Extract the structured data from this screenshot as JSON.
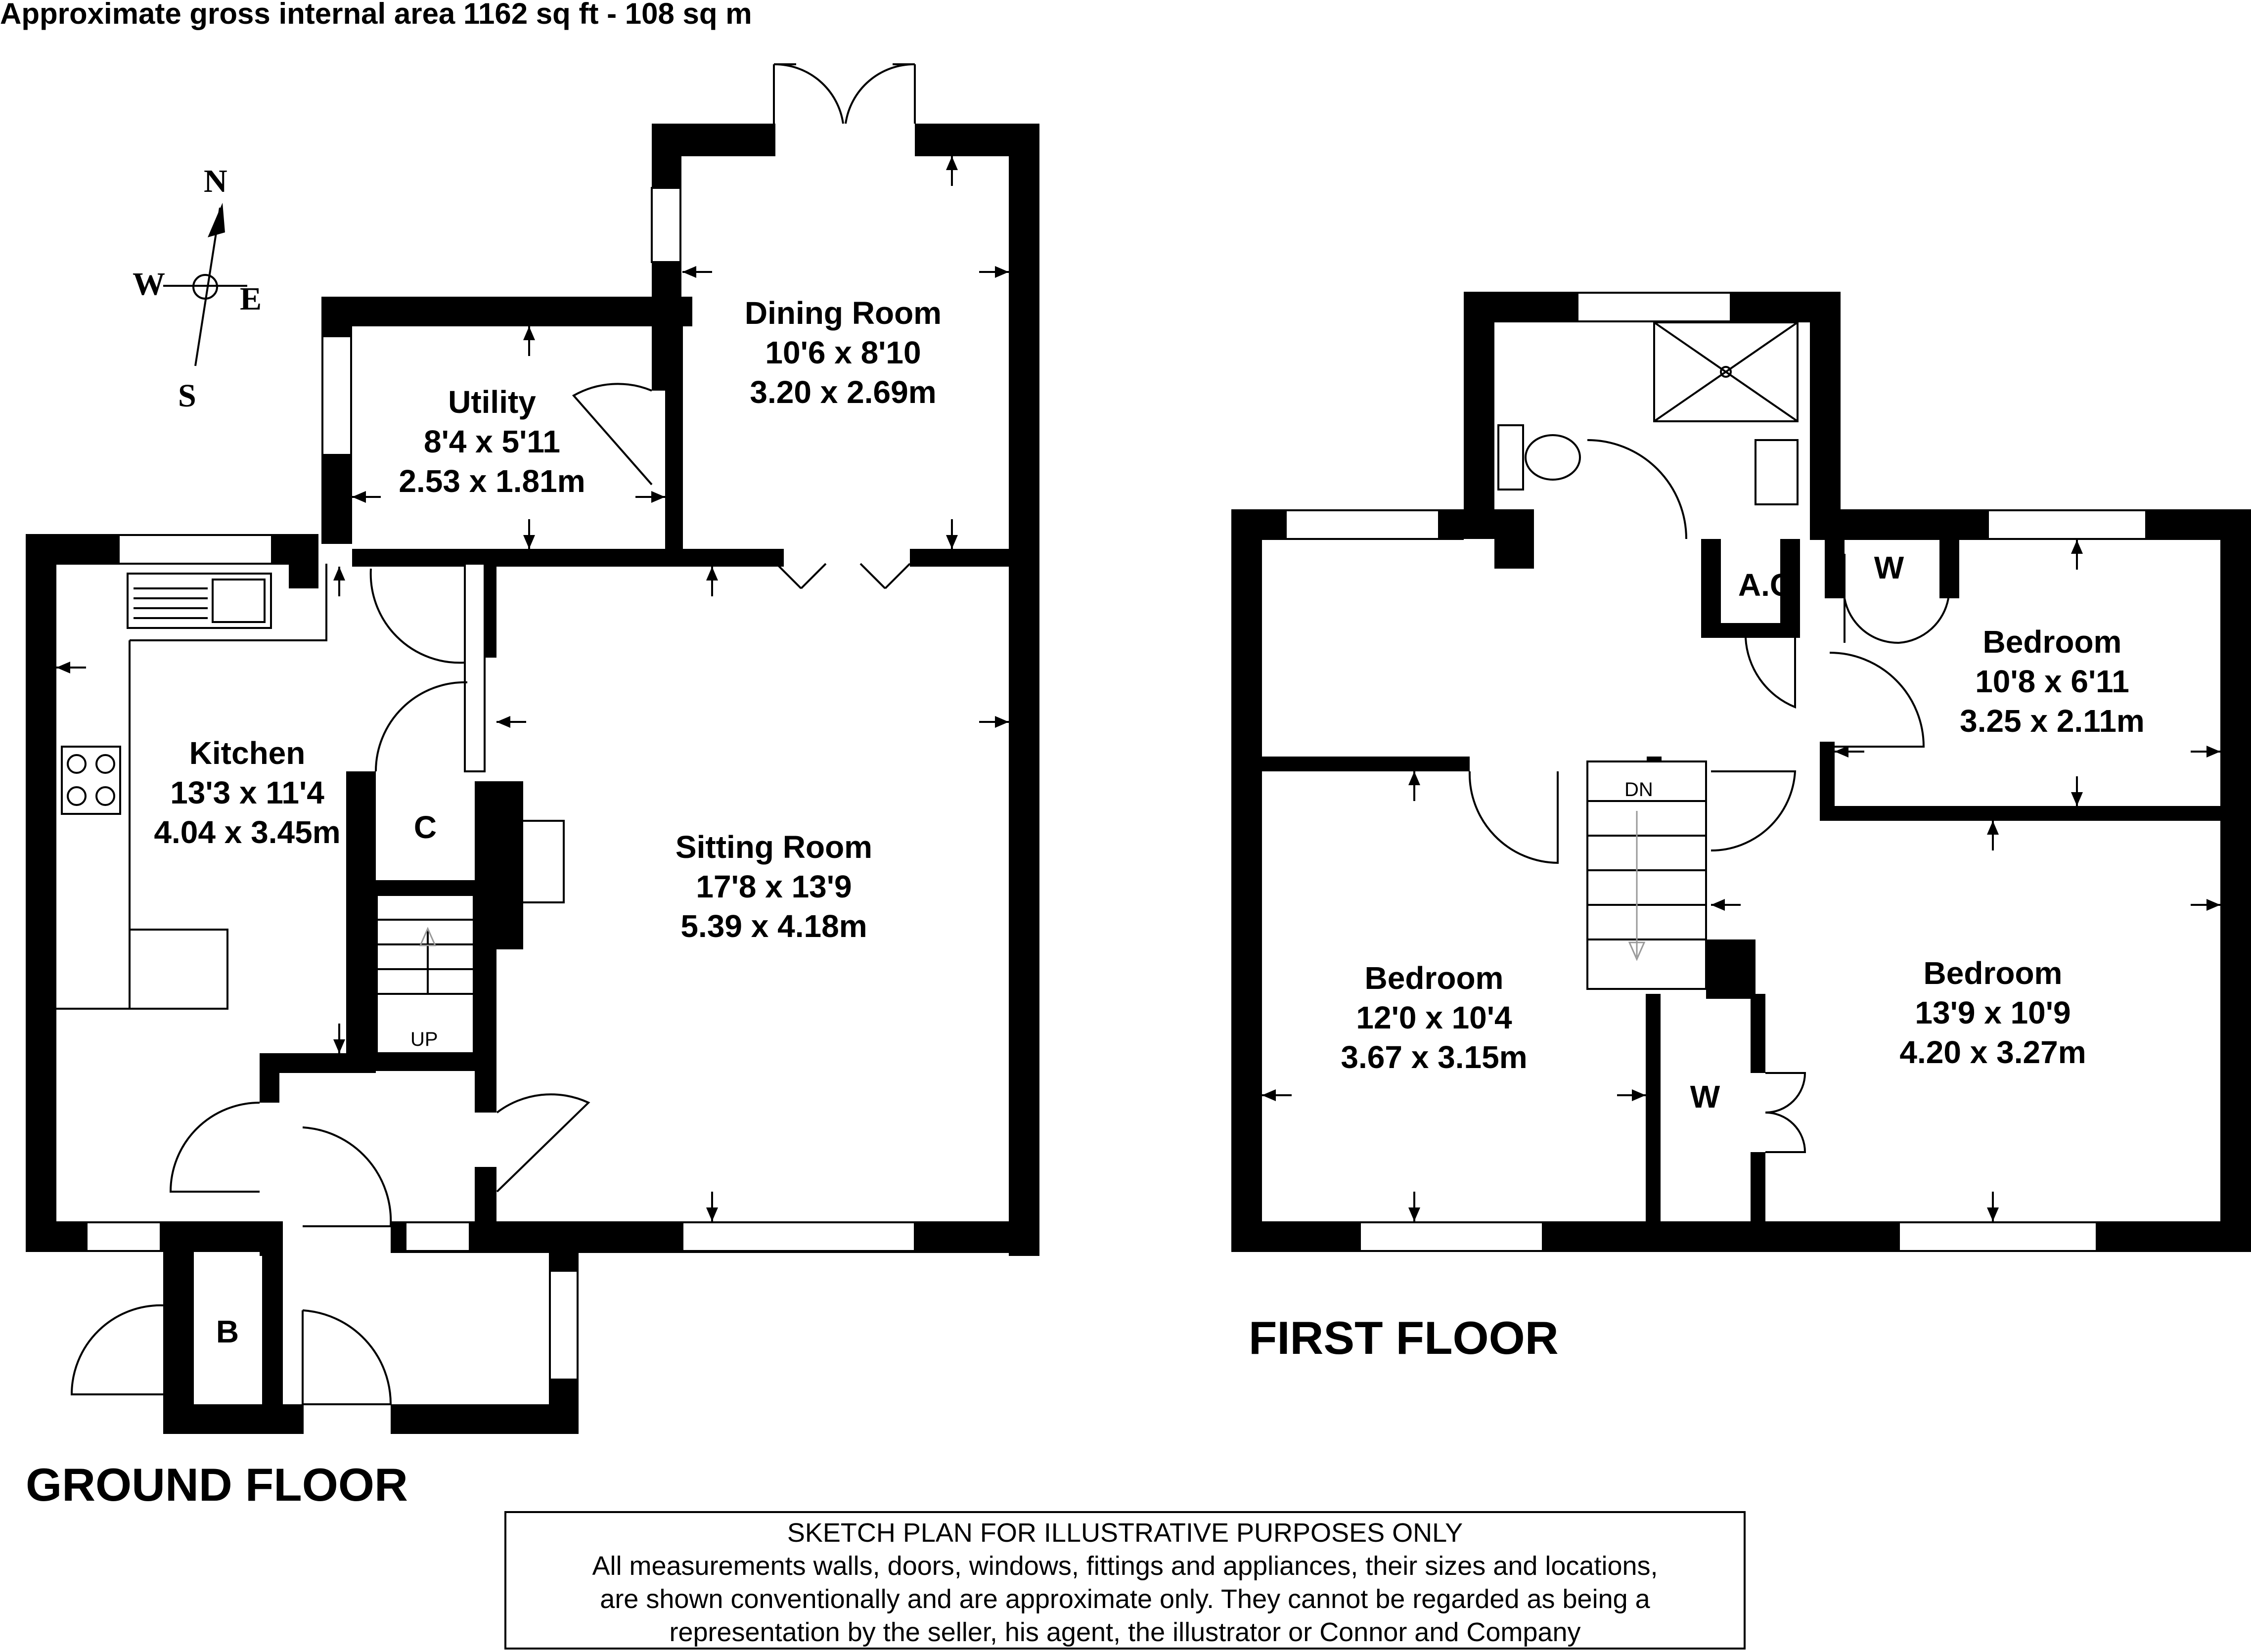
{
  "header": {
    "area": "Approximate gross internal area 1162 sq ft - 108 sq m"
  },
  "compass": {
    "north": "N",
    "south": "S",
    "east": "E",
    "west": "W"
  },
  "ground_floor": {
    "label": "GROUND FLOOR",
    "rooms": {
      "dining": {
        "name": "Dining Room",
        "imperial": "10'6 x 8'10",
        "metric": "3.20 x 2.69m"
      },
      "utility": {
        "name": "Utility",
        "imperial": "8'4 x 5'11",
        "metric": "2.53 x 1.81m"
      },
      "kitchen": {
        "name": "Kitchen",
        "imperial": "13'3 x 11'4",
        "metric": "4.04 x 3.45m"
      },
      "sitting": {
        "name": "Sitting Room",
        "imperial": "17'8 x 13'9",
        "metric": "5.39 x 4.18m"
      }
    },
    "cupboard": "C",
    "boiler": "B",
    "stairs": "UP"
  },
  "first_floor": {
    "label": "FIRST FLOOR",
    "rooms": {
      "bed_ne": {
        "name": "Bedroom",
        "imperial": "10'8 x 6'11",
        "metric": "3.25 x 2.11m"
      },
      "bed_sw": {
        "name": "Bedroom",
        "imperial": "12'0 x 10'4",
        "metric": "3.67 x 3.15m"
      },
      "bed_se": {
        "name": "Bedroom",
        "imperial": "13'9 x 10'9",
        "metric": "4.20 x 3.27m"
      }
    },
    "airing_cupboard": "A.C",
    "wardrobe_1": "W",
    "wardrobe_2": "W",
    "stairs": "DN"
  },
  "disclaimer": {
    "line1": "SKETCH PLAN FOR ILLUSTRATIVE PURPOSES ONLY",
    "line2": "All measurements walls, doors, windows, fittings and appliances, their sizes and locations,",
    "line3": "are shown conventionally and are approximate only. They cannot be regarded as being a",
    "line4": "representation by the seller, his agent, the illustrator or Connor and Company"
  }
}
